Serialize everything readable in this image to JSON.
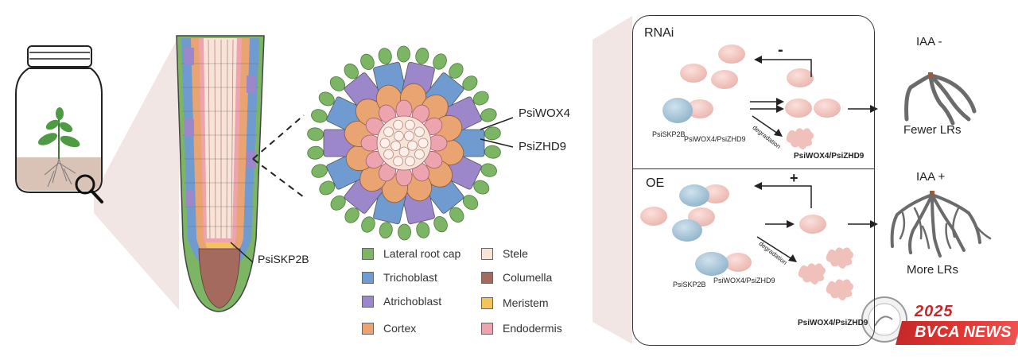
{
  "figure": {
    "title": "PsiSKP2B regulates lateral root formation via degradation of PsiWOX4/PsiZHD9",
    "callouts": {
      "root_tip_label": "PsiSKP2B",
      "cross_section_labels": [
        "PsiWOX4",
        "PsiZHD9"
      ]
    },
    "legend": [
      {
        "label": "Lateral root cap",
        "color": "#7cb564"
      },
      {
        "label": "Trichoblast",
        "color": "#6f9bd1"
      },
      {
        "label": "Atrichoblast",
        "color": "#9b87c9"
      },
      {
        "label": "Cortex",
        "color": "#e9a472"
      },
      {
        "label": "Stele",
        "color": "#f8e3d8"
      },
      {
        "label": "Columella",
        "color": "#a56a5e"
      },
      {
        "label": "Meristem",
        "color": "#f2c45a"
      },
      {
        "label": "Endodermis",
        "color": "#eda4ae"
      }
    ],
    "rnai_panel": {
      "title": "RNAi",
      "feedback_sign": "-",
      "protein_label_1": "PsiSKP2B",
      "protein_label_2": "PsiWOX4/PsiZHD9",
      "process_label": "degradation",
      "product_label": "PsiWOX4/PsiZHD9",
      "hormone_label": "IAA -",
      "outcome_label": "Fewer LRs"
    },
    "oe_panel": {
      "title": "OE",
      "feedback_sign": "+",
      "protein_label_1": "PsiSKP2B",
      "protein_label_2": "PsiWOX4/PsiZHD9",
      "process_label": "degradation",
      "product_label": "PsiWOX4/PsiZHD9",
      "hormone_label": "IAA +",
      "outcome_label": "More LRs"
    },
    "colors": {
      "skp2b": "#a9c6d8",
      "wox": "#f0c1bb",
      "root_gray": "#6b6b6b",
      "panel_border": "#333333",
      "watermark_red": "#c62828"
    }
  },
  "watermark": {
    "year": "2025",
    "text": "BVCA NEWS"
  }
}
